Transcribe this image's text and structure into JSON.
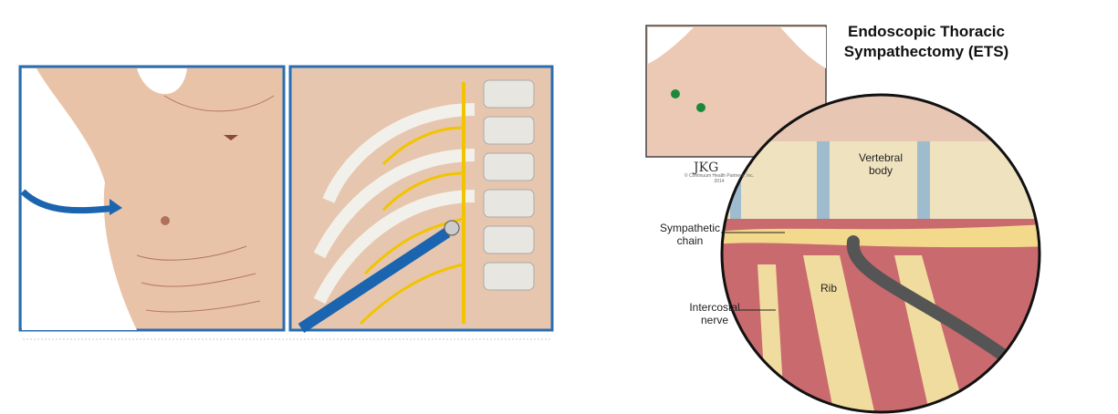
{
  "title": "Endoscopic Thoracic Sympathectomy (ETS)",
  "labels": {
    "vertebral_body": "Vertebral body",
    "sympathetic_chain": "Sympathetic chain",
    "rib": "Rib",
    "intercostal_nerve": "Intercostal nerve"
  },
  "signature": "JKG",
  "copyright": "© Continuum Health Partners, Inc. 2014",
  "colors": {
    "frame": "#2a6db0",
    "skin": "#e9c3a8",
    "nerve": "#f2c400",
    "instrument": "#1a64b0"
  }
}
